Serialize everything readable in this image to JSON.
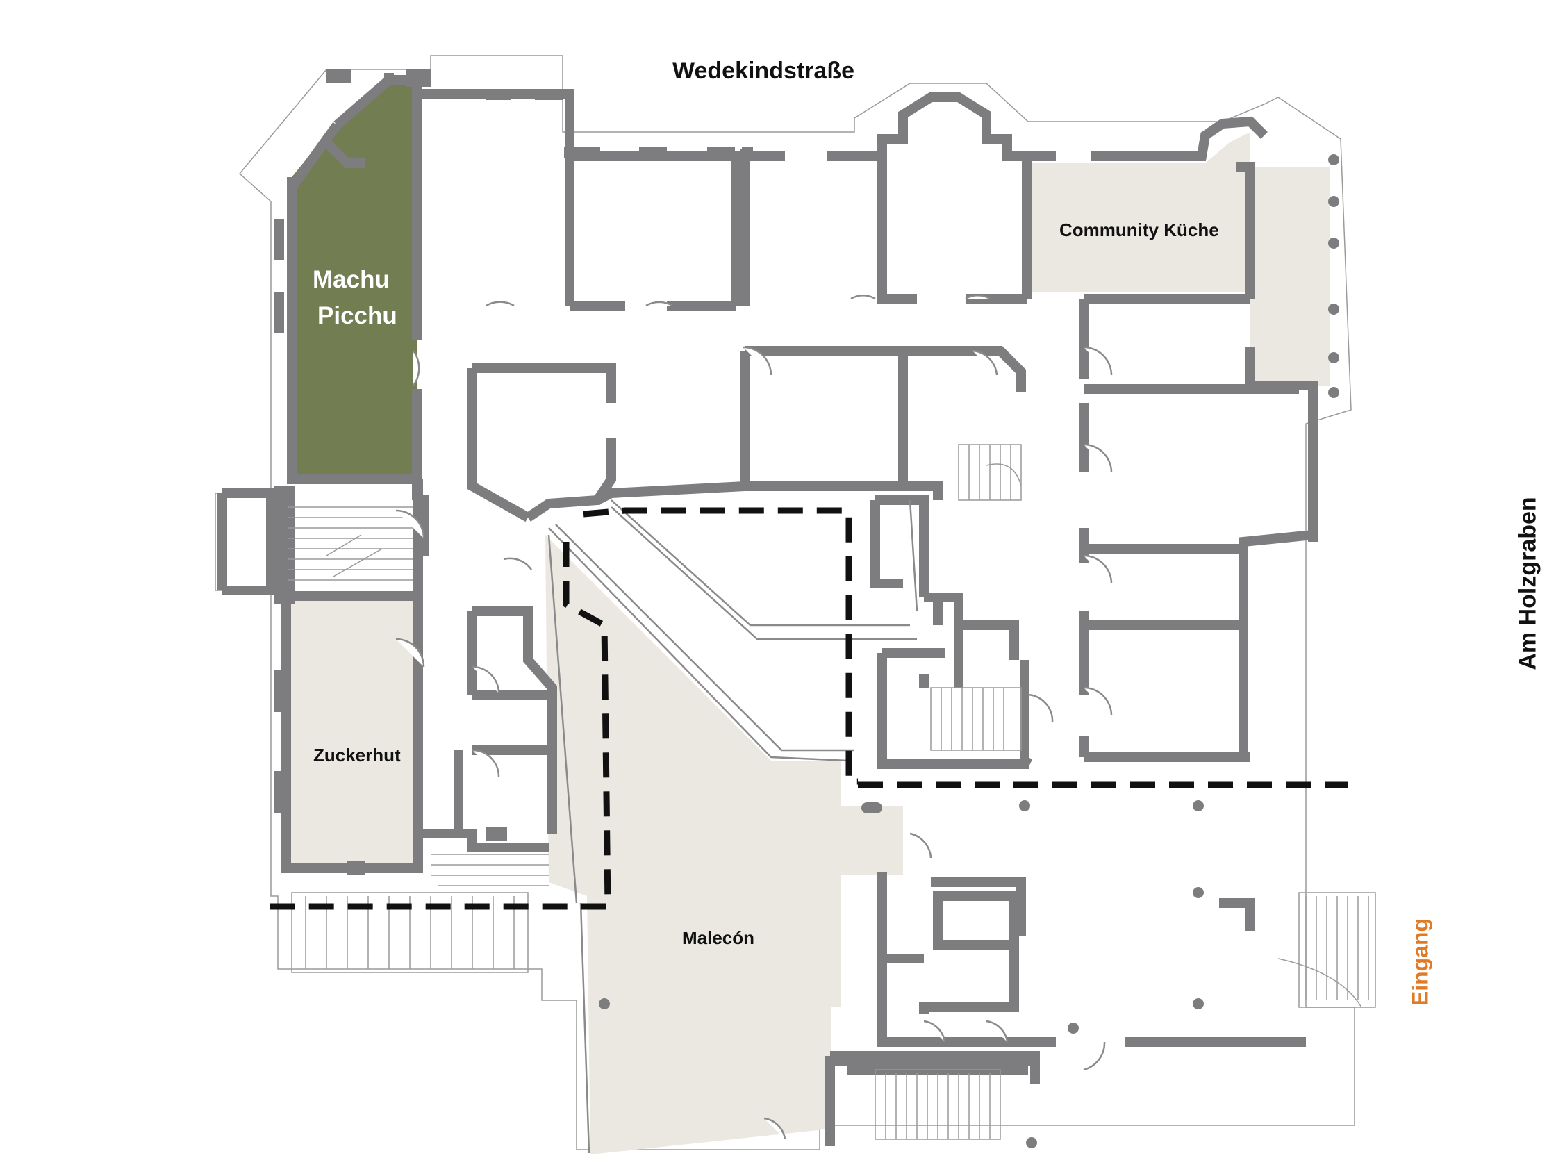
{
  "streets": {
    "top": "Wedekindstraße",
    "right": "Am Holzgraben"
  },
  "entrance_label": "Eingang",
  "rooms": {
    "machu_picchu_line1": "Machu",
    "machu_picchu_line2": "Picchu",
    "community_kitchen": "Community Küche",
    "zuckerhut": "Zuckerhut",
    "malecon": "Malecón"
  },
  "colors": {
    "highlight_room": "#727e52",
    "bookable_room": "#ebe8e2",
    "walls": "#7d7d80",
    "entrance_text": "#e07b24"
  }
}
